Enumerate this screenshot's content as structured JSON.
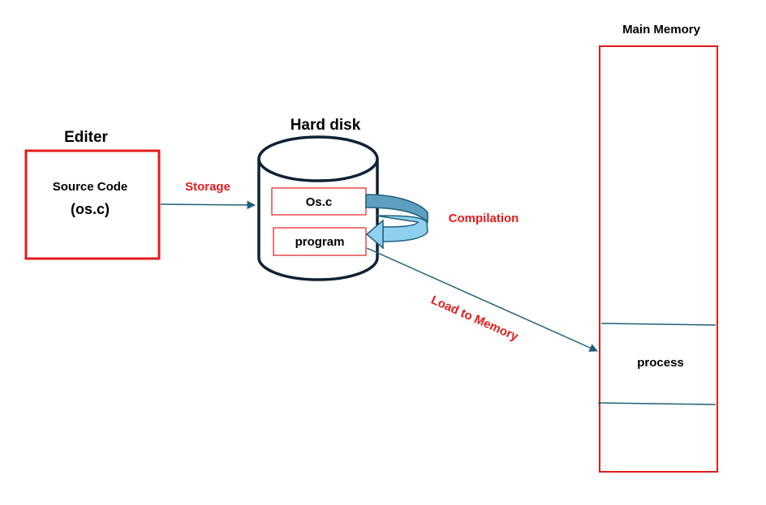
{
  "editor": {
    "title": "Editer",
    "line1": "Source Code",
    "line2": "(os.c)"
  },
  "hard_disk": {
    "title": "Hard disk",
    "source_file": "Os.c",
    "program_file": "program"
  },
  "main_memory": {
    "title": "Main Memory",
    "process_label": "process"
  },
  "arrows": {
    "storage_label": "Storage",
    "compilation_label": "Compilation",
    "load_label": "Load to Memory"
  },
  "colors": {
    "box_border": "#e31b1b",
    "label_red": "#e31b1b",
    "connector": "#1f5f7a",
    "cylinder_stroke": "#0f2233",
    "compile_arrow_light": "#8fd0ee",
    "compile_arrow_dark": "#5e9ec0"
  }
}
